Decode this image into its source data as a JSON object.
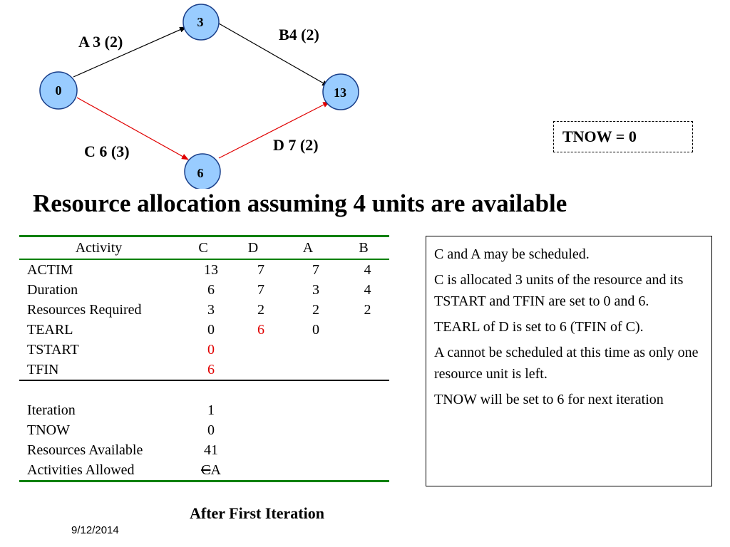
{
  "network": {
    "nodes": [
      "0",
      "3",
      "6",
      "13"
    ],
    "edges": [
      {
        "from": "0",
        "to": "3",
        "label": "A 3 (2)",
        "critical": false
      },
      {
        "from": "3",
        "to": "13",
        "label": "B4 (2)",
        "critical": false
      },
      {
        "from": "0",
        "to": "6",
        "label": "C 6 (3)",
        "critical": true
      },
      {
        "from": "6",
        "to": "13",
        "label": "D 7 (2)",
        "critical": true
      }
    ],
    "colors": {
      "node_fill": "#99ccff",
      "critical_edge": "#e00000",
      "normal_edge": "#000000"
    }
  },
  "tnow_box": "TNOW = 0",
  "heading": "Resource allocation assuming 4 units are available",
  "table": {
    "header": {
      "label": "Activity",
      "cols": [
        "C",
        "D",
        "A",
        "B"
      ]
    },
    "rows": [
      {
        "label": "ACTIM",
        "cells": [
          "13",
          "7",
          "7",
          "4"
        ]
      },
      {
        "label": "Duration",
        "cells": [
          "6",
          "7",
          "3",
          "4"
        ]
      },
      {
        "label": "Resources Required",
        "cells": [
          "3",
          "2",
          "2",
          "2"
        ]
      },
      {
        "label": "TEARL",
        "cells": [
          "0",
          "6",
          "0",
          ""
        ]
      },
      {
        "label": "TSTART",
        "cells": [
          "0",
          "",
          "",
          ""
        ]
      },
      {
        "label": "TFIN",
        "cells": [
          "6",
          "",
          "",
          ""
        ]
      }
    ],
    "status": [
      {
        "label": "Iteration",
        "value": "1"
      },
      {
        "label": "TNOW",
        "value": "0"
      },
      {
        "label": "Resources Available",
        "value": "41"
      },
      {
        "label": "Activities Allowed",
        "value_struck": "C",
        "value_rest": "A"
      }
    ]
  },
  "notes": [
    "C and A may be scheduled.",
    "C is allocated 3 units of the resource and its TSTART and TFIN are set to 0 and 6.",
    "TEARL of D is set to 6 (TFIN of C).",
    "A cannot be scheduled at this time as only one resource unit is left.",
    "TNOW will be set to 6 for next iteration"
  ],
  "caption": "After First Iteration",
  "date": "9/12/2014"
}
